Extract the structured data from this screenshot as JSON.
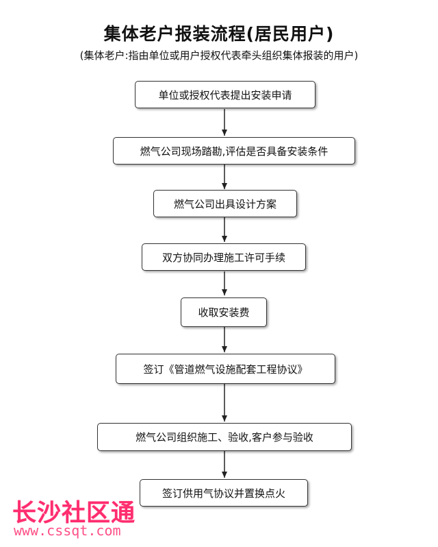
{
  "header": {
    "title": "集体老户报装流程(居民用户)",
    "subtitle": "(集体老户:指由单位或用户授权代表牵头组织集体报装的用户)"
  },
  "steps": [
    {
      "label": "单位或授权代表提出安装申请"
    },
    {
      "label": "燃气公司现场踏勘,评估是否具备安装条件"
    },
    {
      "label": "燃气公司出具设计方案"
    },
    {
      "label": "双方协同办理施工许可手续"
    },
    {
      "label": "收取安装费"
    },
    {
      "label": "签订《管道燃气设施配套工程协议》"
    },
    {
      "label": "燃气公司组织施工、验收,客户参与验收"
    },
    {
      "label": "签订供用气协议并置换点火"
    }
  ],
  "watermark": {
    "name": "长沙社区通",
    "url": "www.cssqt.com",
    "color": "#ff2d6f"
  }
}
